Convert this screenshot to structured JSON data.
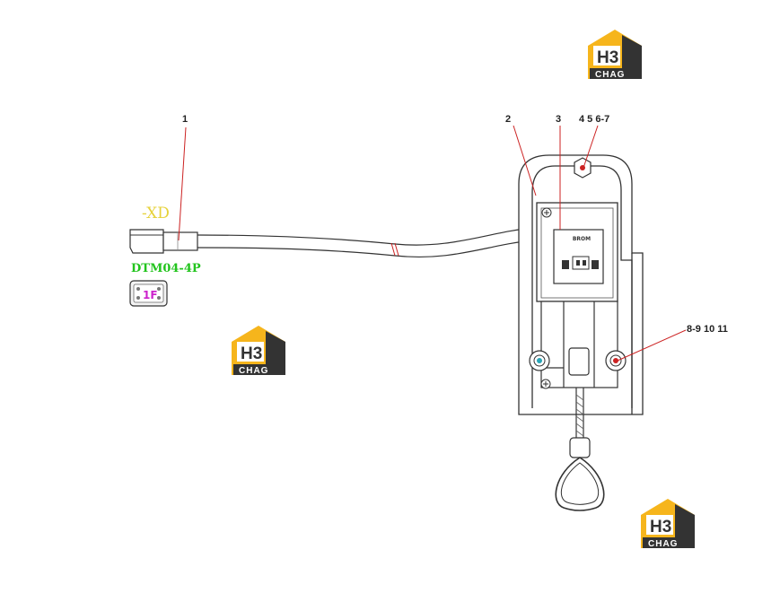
{
  "callouts": {
    "c1": "1",
    "c2": "2",
    "c3": "3",
    "c4567": "4 5 6-7",
    "c891011": "8-9 10 11"
  },
  "connector": {
    "designator": "-XD",
    "part": "DTM04-4P",
    "pin_glyph": "1F"
  },
  "sensor_label": "BROM",
  "watermark": {
    "lines": [
      "H3",
      "CHAG"
    ]
  },
  "colors": {
    "callout_line": "#cc2222",
    "designator": "#e6d23a",
    "part_label": "#22c41d",
    "pin_glyph": "#cc22cc",
    "watermark_yellow": "#f6b51c",
    "watermark_dark": "#333333"
  }
}
